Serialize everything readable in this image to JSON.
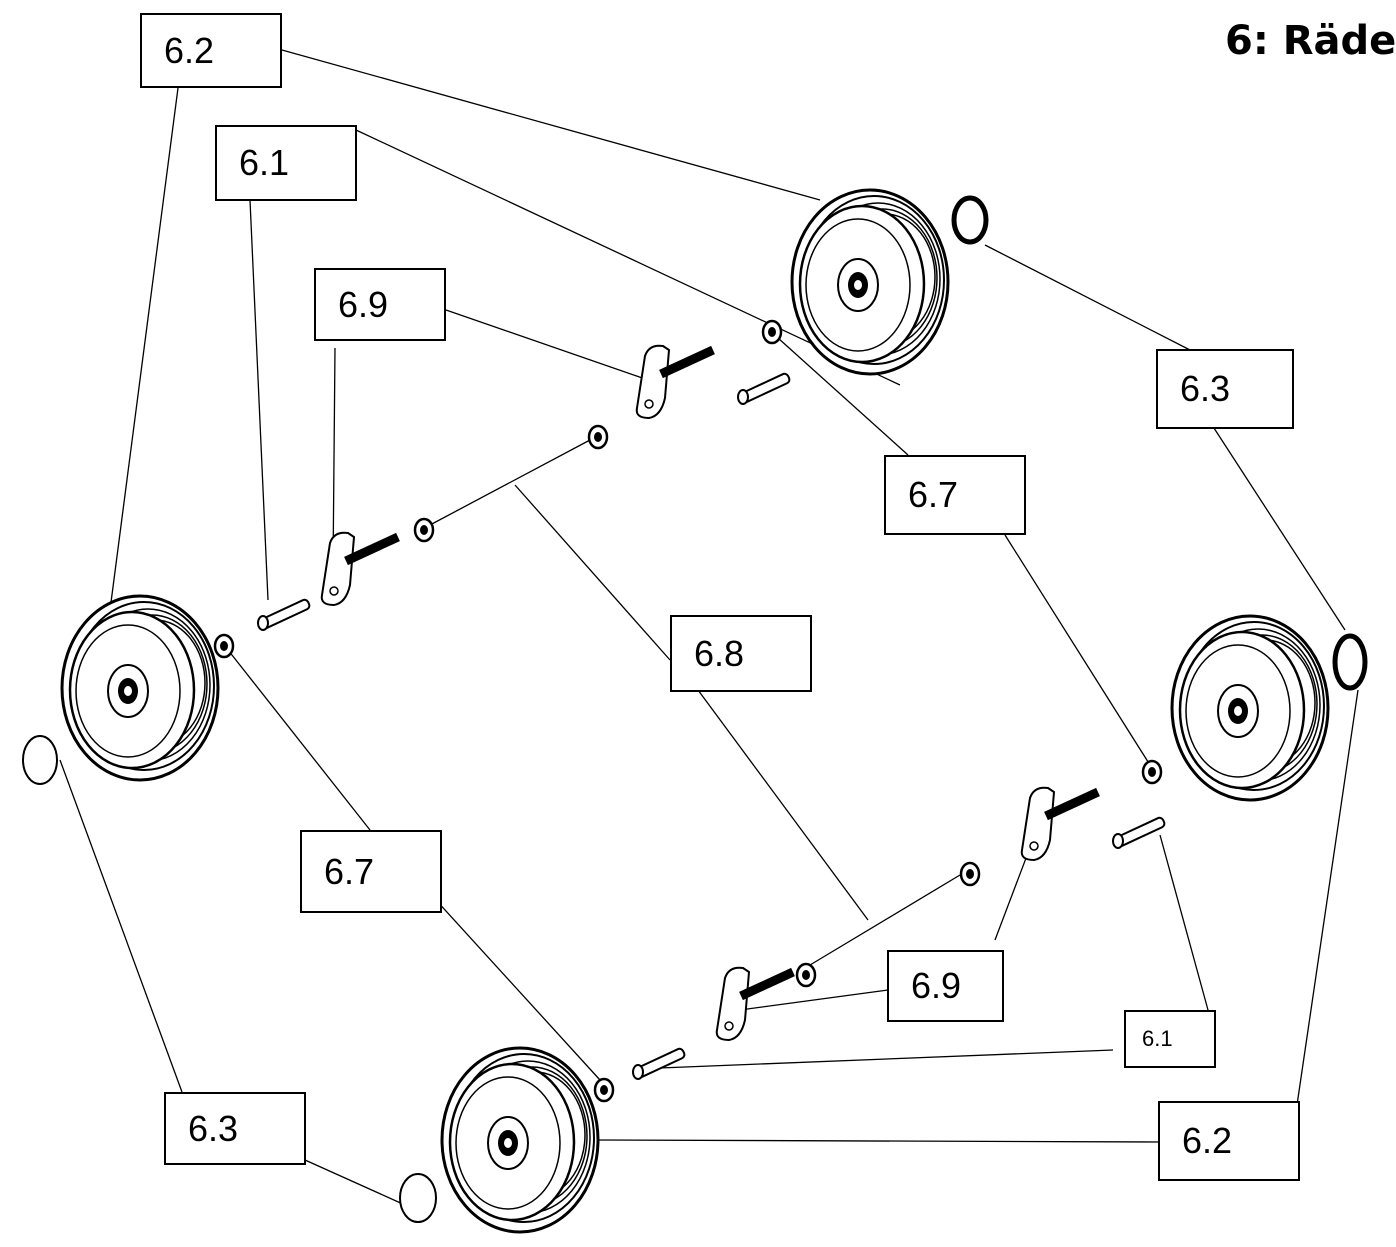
{
  "title": "6: Räde",
  "callouts": {
    "c_6_2_top": "6.2",
    "c_6_1_top": "6.1",
    "c_6_9_top": "6.9",
    "c_6_3_right": "6.3",
    "c_6_7_mid": "6.7",
    "c_6_8": "6.8",
    "c_6_7_left": "6.7",
    "c_6_9_bottom": "6.9",
    "c_6_1_bottom": "6.1",
    "c_6_3_bottom": "6.3",
    "c_6_2_bottom": "6.2"
  }
}
